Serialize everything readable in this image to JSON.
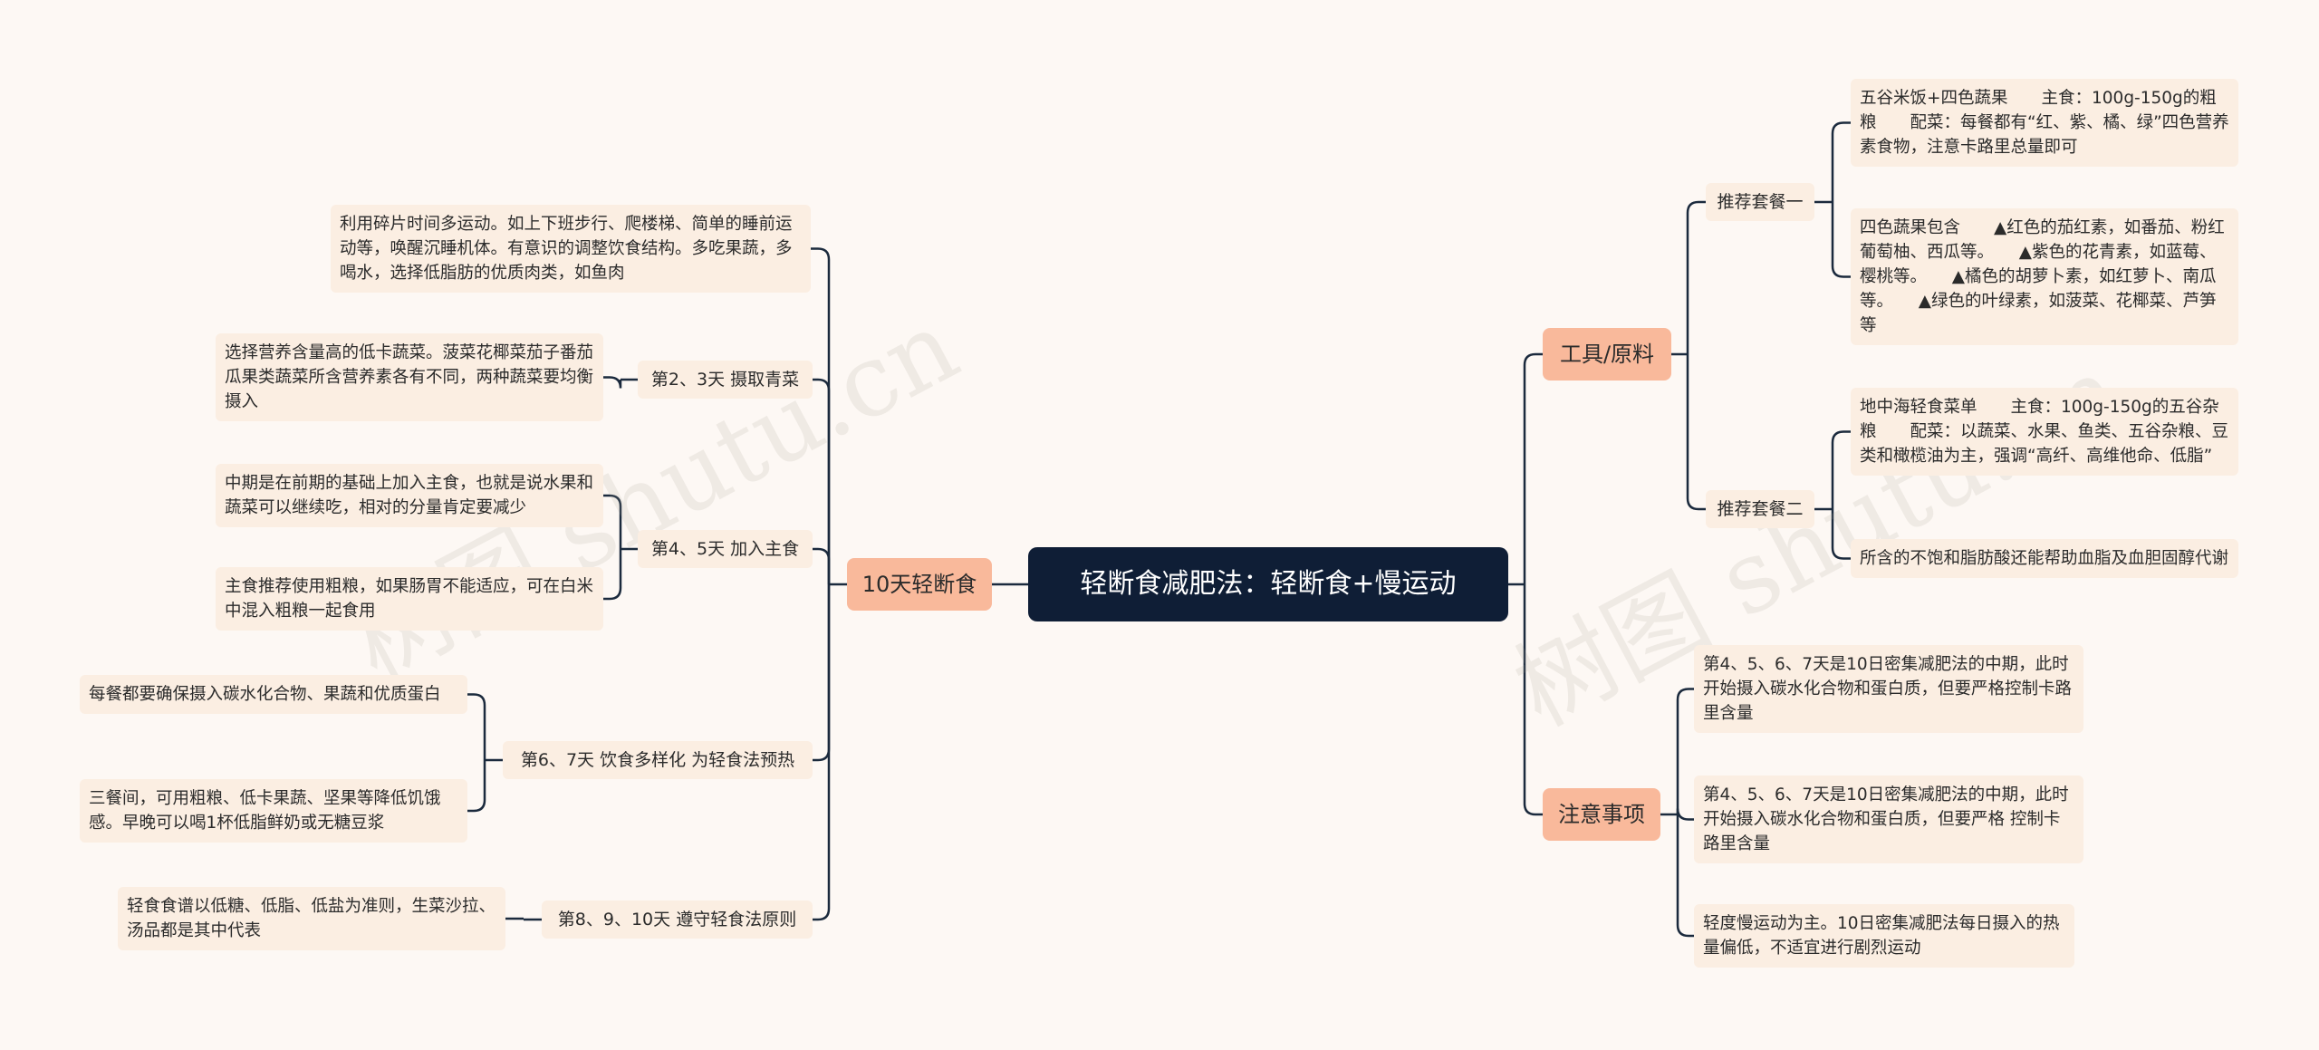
{
  "root": {
    "label": "轻断食减肥法：轻断食+慢运动"
  },
  "left_branch": {
    "label": "10天轻断食",
    "intro": "利用碎片时间多运动。如上下班步行、爬楼梯、简单的睡前运动等，唤醒沉睡机体。有意识的调整饮食结构。多吃果蔬，多喝水，选择低脂肪的优质肉类，如鱼肉",
    "stages": [
      {
        "label": "第2、3天 摄取青菜",
        "notes": [
          "选择营养含量高的低卡蔬菜。菠菜花椰菜茄子番茄瓜果类蔬菜所含营养素各有不同，两种蔬菜要均衡摄入"
        ]
      },
      {
        "label": "第4、5天 加入主食",
        "notes": [
          "中期是在前期的基础上加入主食，也就是说水果和蔬菜可以继续吃，相对的分量肯定要减少",
          "主食推荐使用粗粮，如果肠胃不能适应，可在白米中混入粗粮一起食用"
        ]
      },
      {
        "label": "第6、7天 饮食多样化 为轻食法预热",
        "notes": [
          "每餐都要确保摄入碳水化合物、果蔬和优质蛋白",
          "三餐间，可用粗粮、低卡果蔬、坚果等降低饥饿感。早晚可以喝1杯低脂鲜奶或无糖豆浆"
        ]
      },
      {
        "label": "第8、9、10天 遵守轻食法原则",
        "notes": [
          "轻食食谱以低糖、低脂、低盐为准则，生菜沙拉、汤品都是其中代表"
        ]
      }
    ]
  },
  "tools_branch": {
    "label": "工具/原料",
    "sets": [
      {
        "label": "推荐套餐一",
        "notes": [
          "五谷米饭+四色蔬果　　主食：100g-150g的粗粮　　配菜：每餐都有“红、紫、橘、绿”四色营养素食物，注意卡路里总量即可",
          "四色蔬果包含　　▲红色的茄红素，如番茄、粉红葡萄柚、西瓜等。　　▲紫色的花青素，如蓝莓、樱桃等。　　▲橘色的胡萝卜素，如红萝卜、南瓜等。　　▲绿色的叶绿素，如菠菜、花椰菜、芦笋等"
        ]
      },
      {
        "label": "推荐套餐二",
        "notes": [
          "地中海轻食菜单　　主食：100g-150g的五谷杂粮　　配菜：以蔬菜、水果、鱼类、五谷杂粮、豆类和橄榄油为主，强调“高纤、高维他命、低脂”",
          "所含的不饱和脂肪酸还能帮助血脂及血胆固醇代谢"
        ]
      }
    ]
  },
  "notice_branch": {
    "label": "注意事项",
    "notes": [
      "第4、5、6、7天是10日密集减肥法的中期，此时开始摄入碳水化合物和蛋白质，但要严格控制卡路里含量",
      "第4、5、6、7天是10日密集减肥法的中期，此时开始摄入碳水化合物和蛋白质，但要严格 控制卡路里含量",
      "轻度慢运动为主。10日密集减肥法每日摄入的热量偏低，不适宜进行剧烈运动"
    ]
  },
  "watermark": "树图 shutu.cn",
  "colors": {
    "root": "#0f1e36",
    "main": "#f9b99b",
    "leaf": "#fbeee2",
    "line": "#1b2a3d",
    "background": "#fdf8f4"
  }
}
